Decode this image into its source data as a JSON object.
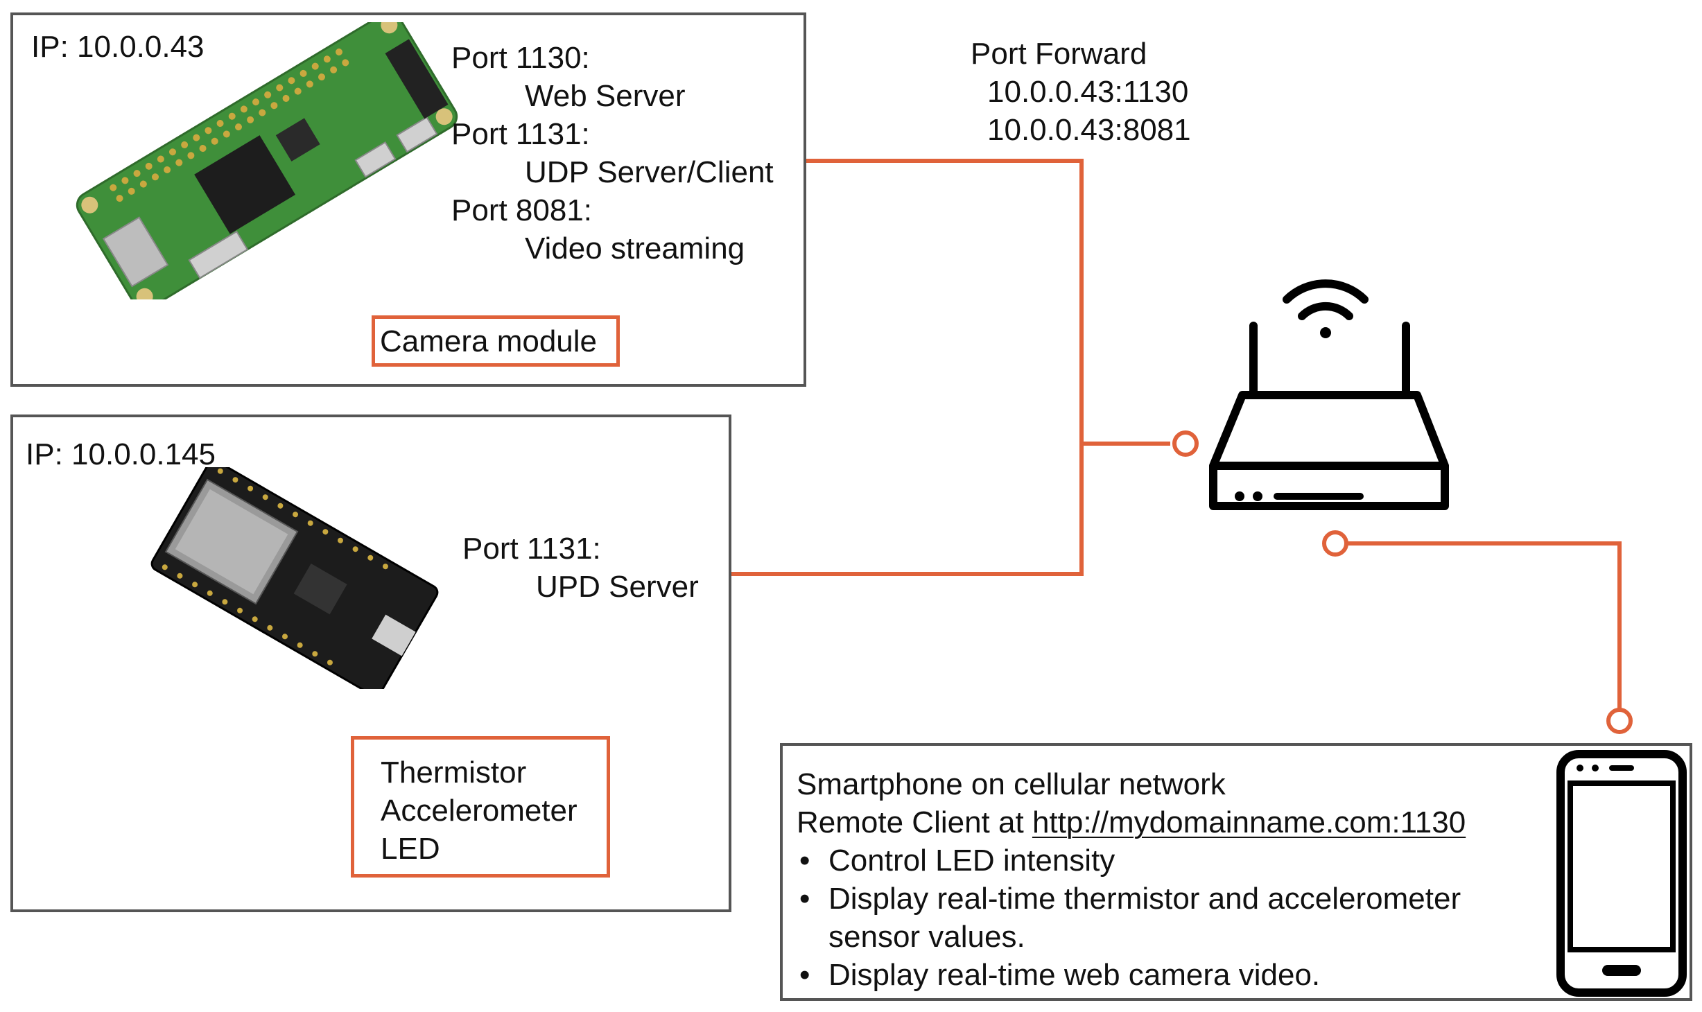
{
  "pi_box": {
    "ip": "IP: 10.0.0.43",
    "ports": [
      {
        "port": "Port 1130:",
        "service": "Web Server"
      },
      {
        "port": "Port 1131:",
        "service": "UDP Server/Client"
      },
      {
        "port": "Port 8081:",
        "service": "Video streaming"
      }
    ],
    "peripheral": "Camera module"
  },
  "esp_box": {
    "ip": "IP: 10.0.0.145",
    "port": "Port 1131:",
    "service": "UPD Server",
    "peripherals": [
      "Thermistor",
      "Accelerometer",
      "LED"
    ]
  },
  "router": {
    "title": "Port Forward",
    "rules": [
      "10.0.0.43:1130",
      "10.0.0.43:8081"
    ]
  },
  "phone_box": {
    "line1": "Smartphone on cellular network",
    "line2_prefix": "Remote Client at ",
    "url": "http://mydomainname.com:1130",
    "bullets": [
      "Control LED intensity",
      "Display real-time thermistor and accelerometer sensor values.",
      "Display real-time web camera video."
    ]
  },
  "colors": {
    "connector": "#e0623a",
    "border": "#555555",
    "pcb_green": "#3f8f3a",
    "esp_black": "#1c1c1c"
  }
}
